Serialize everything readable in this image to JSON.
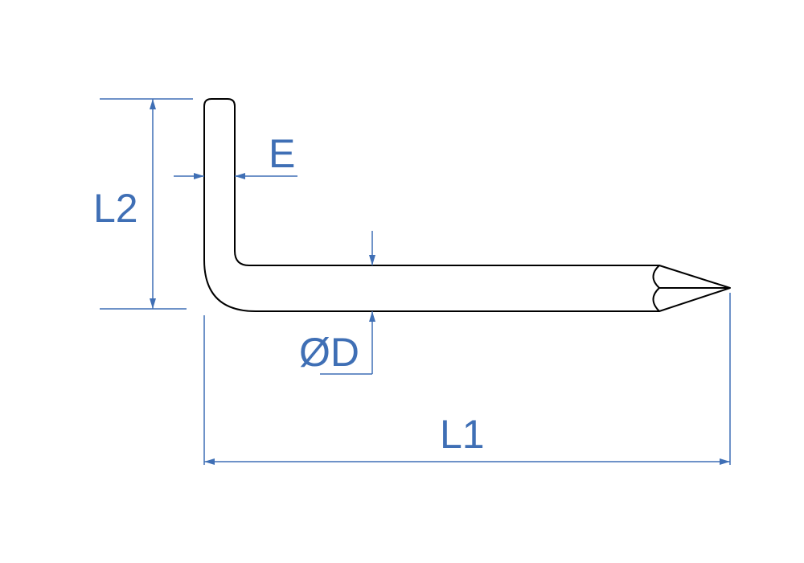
{
  "colors": {
    "outline": "#000000",
    "dimension": "#3f6fb5",
    "background": "#ffffff"
  },
  "labels": {
    "l1": "L1",
    "l2": "L2",
    "e": "E",
    "d": "ØD"
  }
}
